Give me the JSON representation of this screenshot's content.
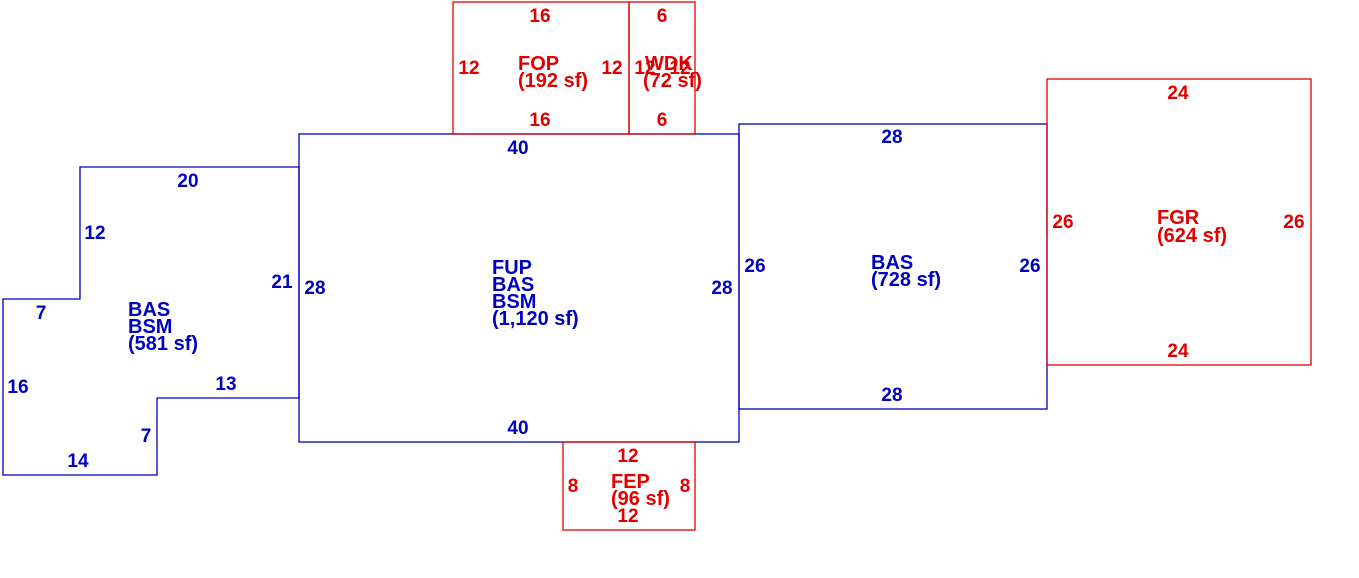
{
  "colors": {
    "main_area": "#0000c0",
    "secondary_area": "#e00000",
    "background": "#ffffff"
  },
  "areas": {
    "left": {
      "labels": [
        "BAS",
        "BSM",
        "(581 sf)"
      ],
      "dims": {
        "top": "20",
        "upper_left": "12",
        "right": "21",
        "step": "7",
        "left": "16",
        "notch_top": "13",
        "notch_side": "7",
        "bottom": "14"
      }
    },
    "center": {
      "labels": [
        "FUP",
        "BAS",
        "BSM",
        "(1,120 sf)"
      ],
      "dims": {
        "top": "40",
        "bottom": "40",
        "left": "28",
        "right": "28"
      }
    },
    "right": {
      "labels": [
        "BAS",
        "(728 sf)"
      ],
      "dims": {
        "top": "28",
        "bottom": "28",
        "left": "26",
        "right": "26"
      }
    },
    "fop": {
      "labels": [
        "FOP",
        "(192 sf)"
      ],
      "dims": {
        "top": "16",
        "bottom": "16",
        "left": "12",
        "right": "12"
      }
    },
    "wdk": {
      "labels": [
        "WDK",
        "(72 sf)"
      ],
      "dims": {
        "top": "6",
        "bottom": "6",
        "left": "12",
        "right": "12"
      }
    },
    "fep": {
      "labels": [
        "FEP",
        "(96 sf)"
      ],
      "dims": {
        "top": "12",
        "bottom": "12",
        "left": "8",
        "right": "8"
      }
    },
    "fgr": {
      "labels": [
        "FGR",
        "(624 sf)"
      ],
      "dims": {
        "top": "24",
        "bottom": "24",
        "left": "26",
        "right": "26"
      }
    }
  }
}
